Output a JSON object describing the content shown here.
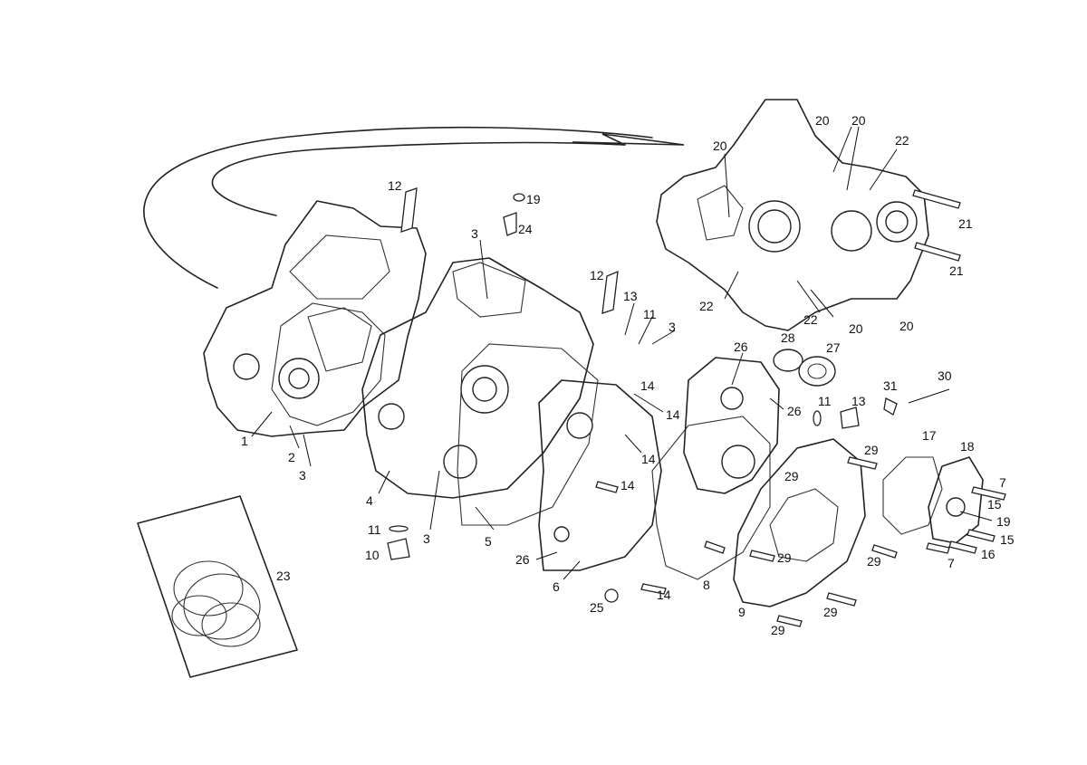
{
  "callouts": [
    {
      "id": "c1",
      "text": "1"
    },
    {
      "id": "c2",
      "text": "2"
    },
    {
      "id": "c3a",
      "text": "3"
    },
    {
      "id": "c3b",
      "text": "3"
    },
    {
      "id": "c3c",
      "text": "3"
    },
    {
      "id": "c3d",
      "text": "3"
    },
    {
      "id": "c4",
      "text": "4"
    },
    {
      "id": "c5",
      "text": "5"
    },
    {
      "id": "c6",
      "text": "6"
    },
    {
      "id": "c7a",
      "text": "7"
    },
    {
      "id": "c7b",
      "text": "7"
    },
    {
      "id": "c8",
      "text": "8"
    },
    {
      "id": "c9",
      "text": "9"
    },
    {
      "id": "c10",
      "text": "10"
    },
    {
      "id": "c11a",
      "text": "11"
    },
    {
      "id": "c11b",
      "text": "11"
    },
    {
      "id": "c11c",
      "text": "11"
    },
    {
      "id": "c12a",
      "text": "12"
    },
    {
      "id": "c12b",
      "text": "12"
    },
    {
      "id": "c13a",
      "text": "13"
    },
    {
      "id": "c13b",
      "text": "13"
    },
    {
      "id": "c14a",
      "text": "14"
    },
    {
      "id": "c14b",
      "text": "14"
    },
    {
      "id": "c14c",
      "text": "14"
    },
    {
      "id": "c14d",
      "text": "14"
    },
    {
      "id": "c14e",
      "text": "14"
    },
    {
      "id": "c15a",
      "text": "15"
    },
    {
      "id": "c15b",
      "text": "15"
    },
    {
      "id": "c16",
      "text": "16"
    },
    {
      "id": "c17",
      "text": "17"
    },
    {
      "id": "c18",
      "text": "18"
    },
    {
      "id": "c19a",
      "text": "19"
    },
    {
      "id": "c19b",
      "text": "19"
    },
    {
      "id": "c20a",
      "text": "20"
    },
    {
      "id": "c20b",
      "text": "20"
    },
    {
      "id": "c20c",
      "text": "20"
    },
    {
      "id": "c20d",
      "text": "20"
    },
    {
      "id": "c20e",
      "text": "20"
    },
    {
      "id": "c21a",
      "text": "21"
    },
    {
      "id": "c21b",
      "text": "21"
    },
    {
      "id": "c22a",
      "text": "22"
    },
    {
      "id": "c22b",
      "text": "22"
    },
    {
      "id": "c22c",
      "text": "22"
    },
    {
      "id": "c23",
      "text": "23"
    },
    {
      "id": "c24",
      "text": "24"
    },
    {
      "id": "c25",
      "text": "25"
    },
    {
      "id": "c26a",
      "text": "26"
    },
    {
      "id": "c26b",
      "text": "26"
    },
    {
      "id": "c26c",
      "text": "26"
    },
    {
      "id": "c27",
      "text": "27"
    },
    {
      "id": "c28",
      "text": "28"
    },
    {
      "id": "c29a",
      "text": "29"
    },
    {
      "id": "c29b",
      "text": "29"
    },
    {
      "id": "c29c",
      "text": "29"
    },
    {
      "id": "c29d",
      "text": "29"
    },
    {
      "id": "c29e",
      "text": "29"
    },
    {
      "id": "c29f",
      "text": "29"
    },
    {
      "id": "c30",
      "text": "30"
    },
    {
      "id": "c31",
      "text": "31"
    }
  ]
}
